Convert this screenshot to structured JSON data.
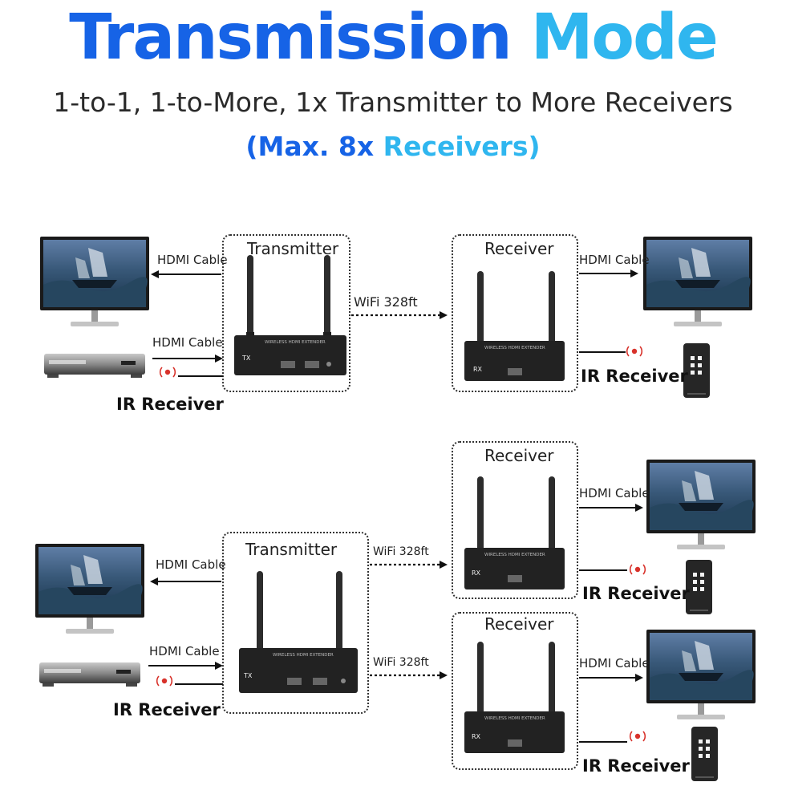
{
  "header": {
    "title_part1": "Transmission",
    "title_part2": "Mode",
    "subtitle": "1-to-1, 1-to-More, 1x Transmitter to More Receivers",
    "highlight_part1": "(Max. 8x",
    "highlight_part2": "Receivers)"
  },
  "colors": {
    "blue": "#1663e6",
    "light_blue": "#2fb6ef",
    "ir_red": "#d8322b"
  },
  "labels": {
    "transmitter": "Transmitter",
    "receiver": "Receiver",
    "hdmi_cable": "HDMI Cable",
    "wifi": "WiFi 328ft",
    "ir_receiver": "IR Receiver"
  },
  "device_text": {
    "tx_badge": "TX",
    "rx_badge": "RX",
    "faceplate": "WIRELESS HDMI EXTENDER"
  },
  "icons": [
    "monitor-icon",
    "dvd-player-icon",
    "ir-sensor-icon",
    "remote-control-icon",
    "antenna-icon"
  ]
}
